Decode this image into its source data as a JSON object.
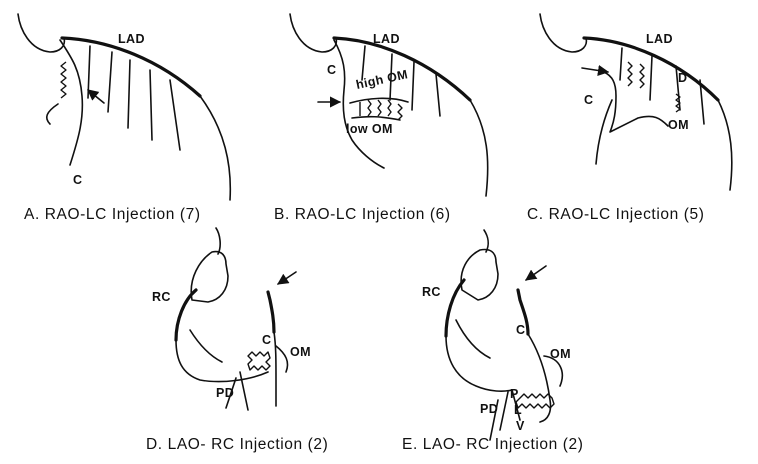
{
  "panels": [
    {
      "caption": "A. RAO-LC Injection (7)",
      "labels": {
        "lad": "LAD",
        "c": "C"
      }
    },
    {
      "caption": "B. RAO-LC Injection (6)",
      "labels": {
        "lad": "LAD",
        "c": "C",
        "high_om": "high OM",
        "low_om": "low OM"
      }
    },
    {
      "caption": "C. RAO-LC Injection (5)",
      "labels": {
        "lad": "LAD",
        "d": "D",
        "c": "C",
        "om": "OM"
      }
    },
    {
      "caption": "D. LAO- RC Injection (2)",
      "labels": {
        "rc": "RC",
        "c": "C",
        "om": "OM",
        "pd": "PD"
      }
    },
    {
      "caption": "E. LAO- RC Injection (2)",
      "labels": {
        "rc": "RC",
        "c": "C",
        "om": "OM",
        "pd": "PD",
        "p": "P",
        "l": "L",
        "v": "V"
      }
    }
  ]
}
